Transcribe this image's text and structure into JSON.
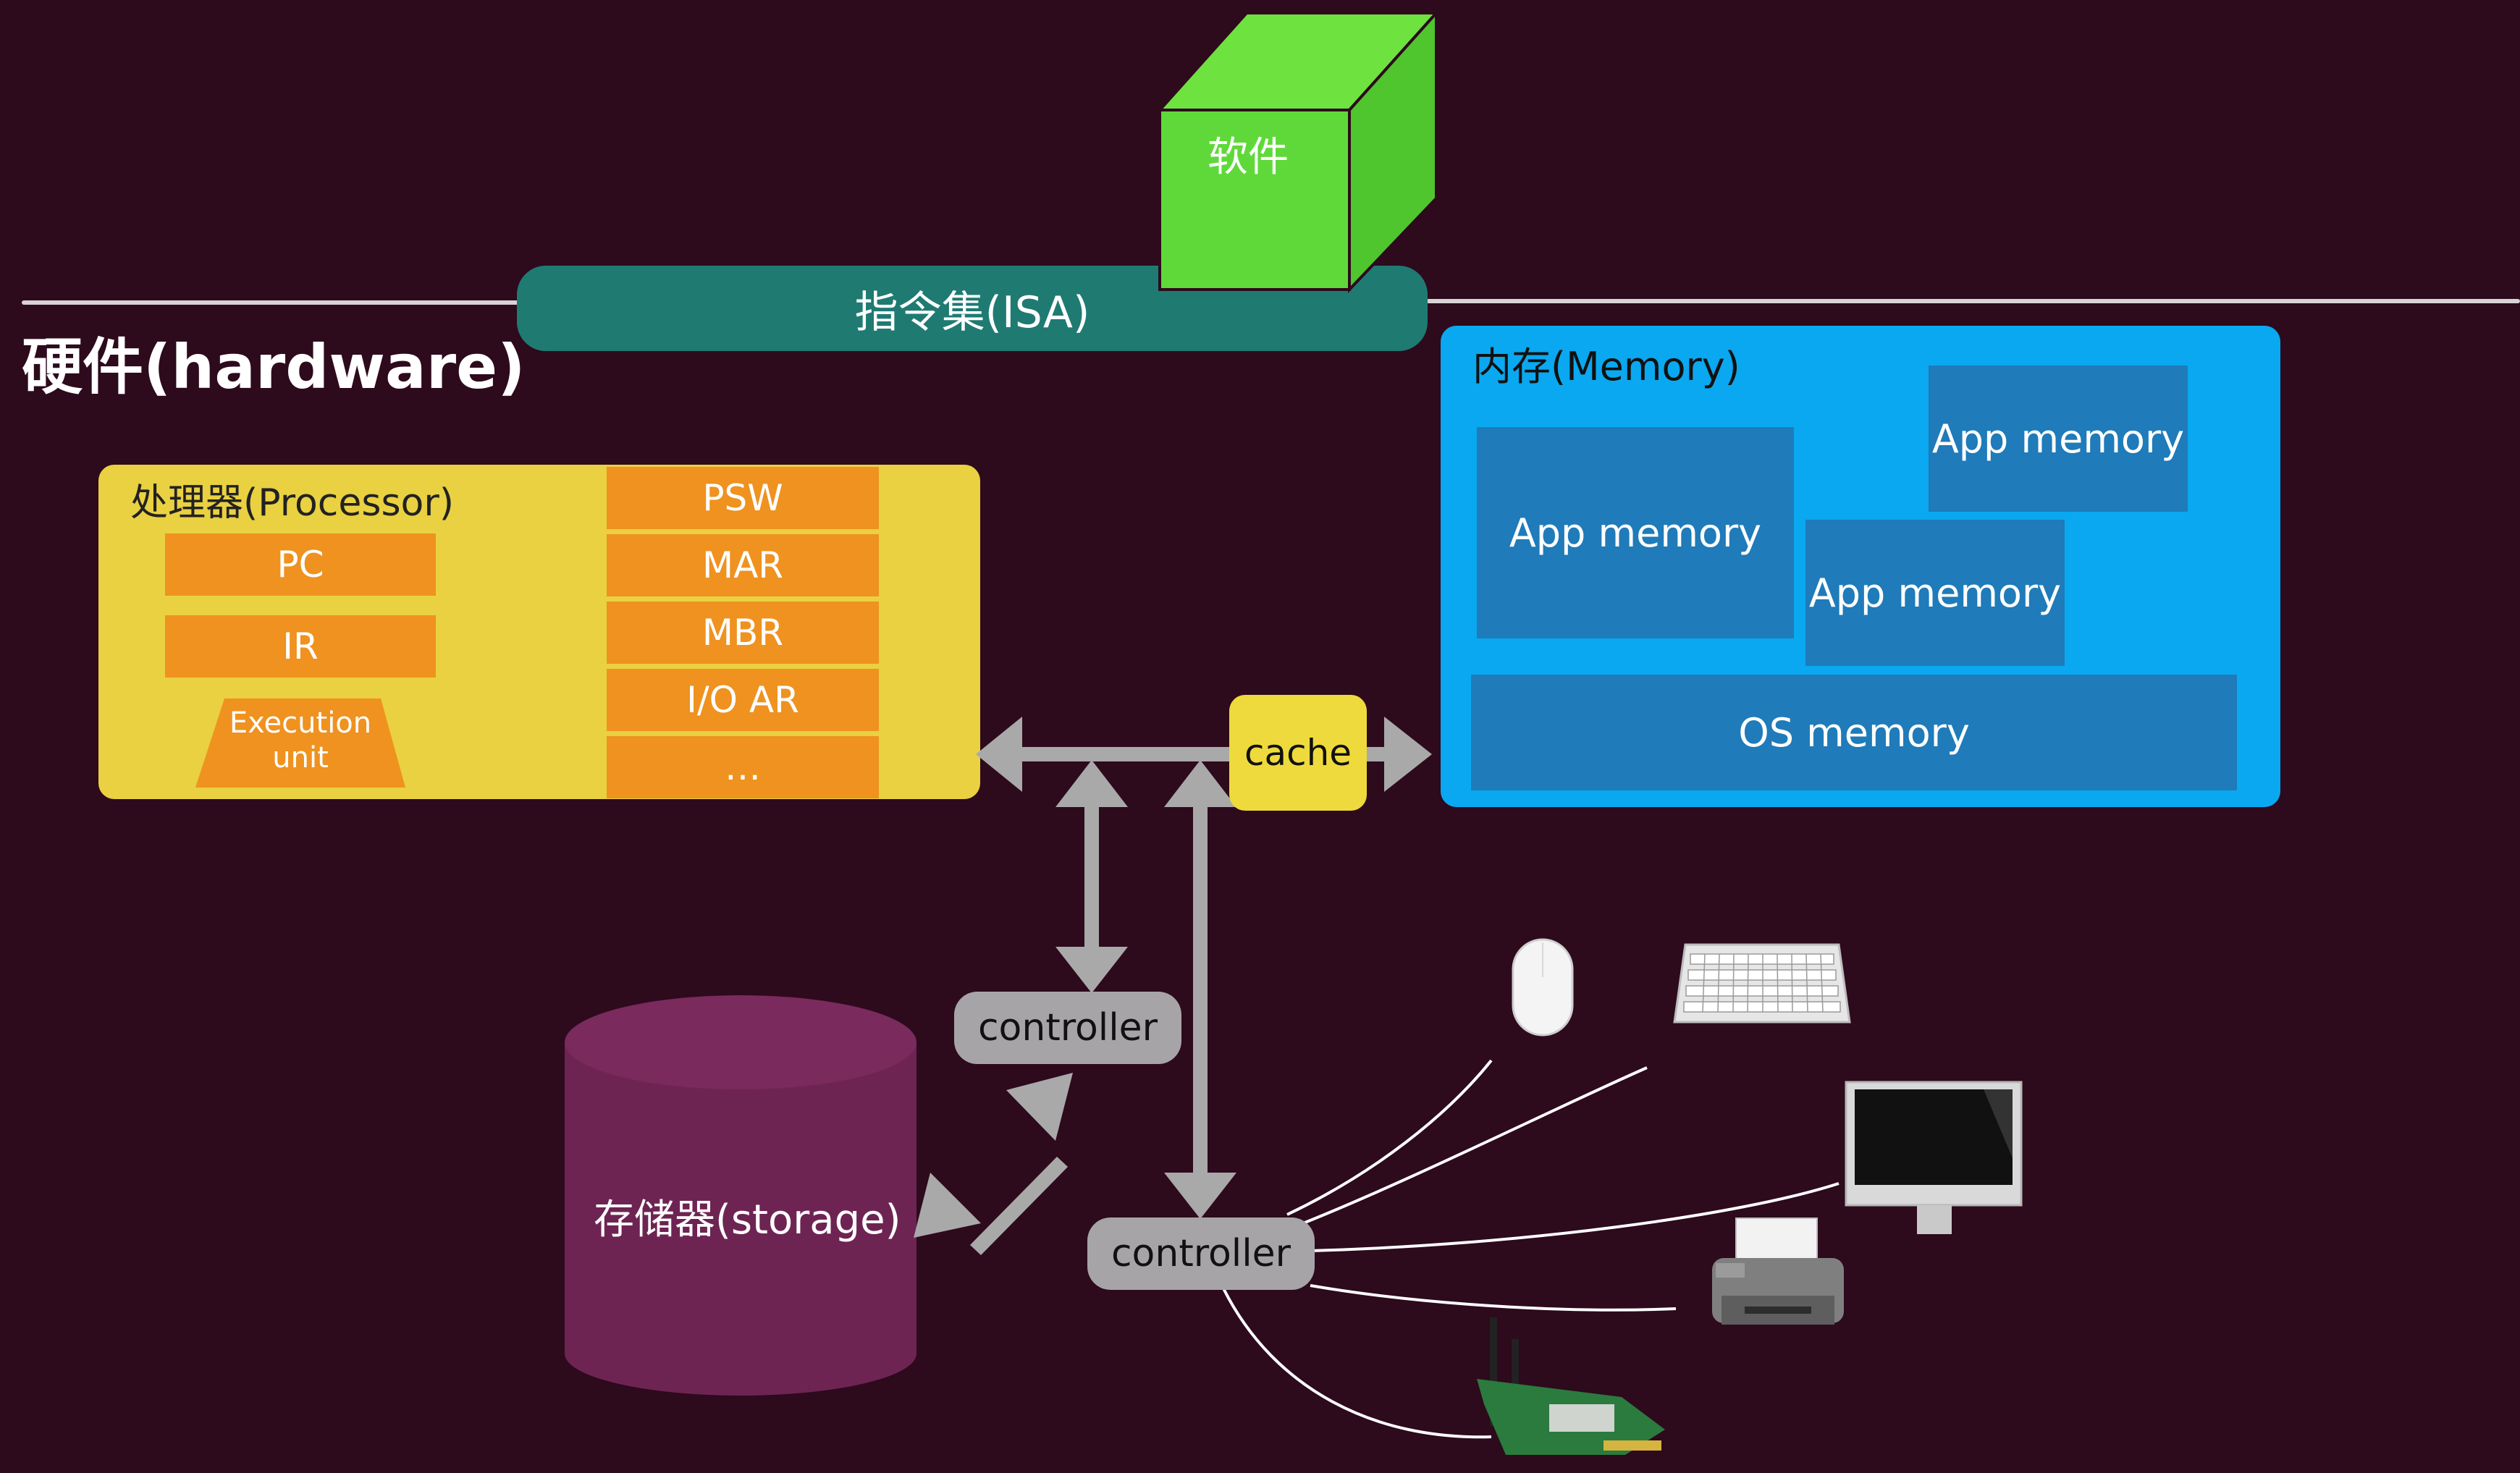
{
  "software": {
    "label": "软件"
  },
  "isa": {
    "label": "指令集(ISA)"
  },
  "hardware": {
    "title": "硬件(hardware)"
  },
  "processor": {
    "title": "处理器(Processor)",
    "left_registers": [
      "PC",
      "IR"
    ],
    "execution_unit": {
      "line1": "Execution",
      "line2": "unit"
    },
    "right_registers": [
      "PSW",
      "MAR",
      "MBR",
      "I/O AR",
      "…"
    ]
  },
  "memory": {
    "title": "内存(Memory)",
    "app_memory_1": "App memory",
    "app_memory_2": "App memory",
    "app_memory_3": "App memory",
    "os_memory": "OS memory"
  },
  "cache": {
    "label": "cache"
  },
  "controllers": {
    "upper": "controller",
    "lower": "controller"
  },
  "storage": {
    "label": "存储器(storage)"
  },
  "devices": [
    "mouse-icon",
    "keyboard-icon",
    "monitor-icon",
    "printer-icon",
    "network-card-icon"
  ],
  "colors": {
    "background": "#2d0a1c",
    "software_cube": "#5fd93a",
    "isa": "#1f7a72",
    "processor": "#e9d141",
    "register": "#ef9220",
    "memory": "#0aa8f0",
    "memory_block": "#1f7bb9",
    "controller": "#a7a4a7",
    "storage": "#6e2453",
    "arrow": "#a9a9a9"
  }
}
